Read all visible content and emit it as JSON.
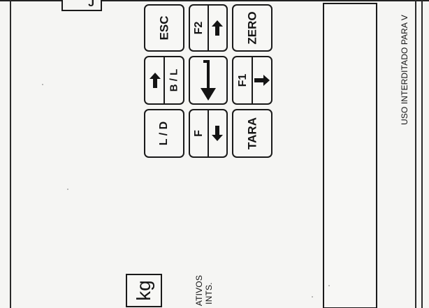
{
  "keypad": {
    "esc": "ESC",
    "f2": "F2",
    "zero": "ZERO",
    "bl": "B / L",
    "f1": "F1",
    "ld": "L / D",
    "f": "F",
    "tara": "TARA"
  },
  "unit_label": "kg",
  "side_text": {
    "line1": "ATIVOS",
    "line2": "INTS."
  },
  "warning_text": "USO INTERDITADO PARA V",
  "top_tab_glyph": "J",
  "icons": {
    "up": "arrow-up-icon",
    "down": "arrow-down-icon",
    "left": "arrow-left-icon",
    "right": "arrow-right-icon",
    "enter": "enter-arrow-icon"
  },
  "colors": {
    "ink": "#141414",
    "paper": "#f5f5f3"
  }
}
